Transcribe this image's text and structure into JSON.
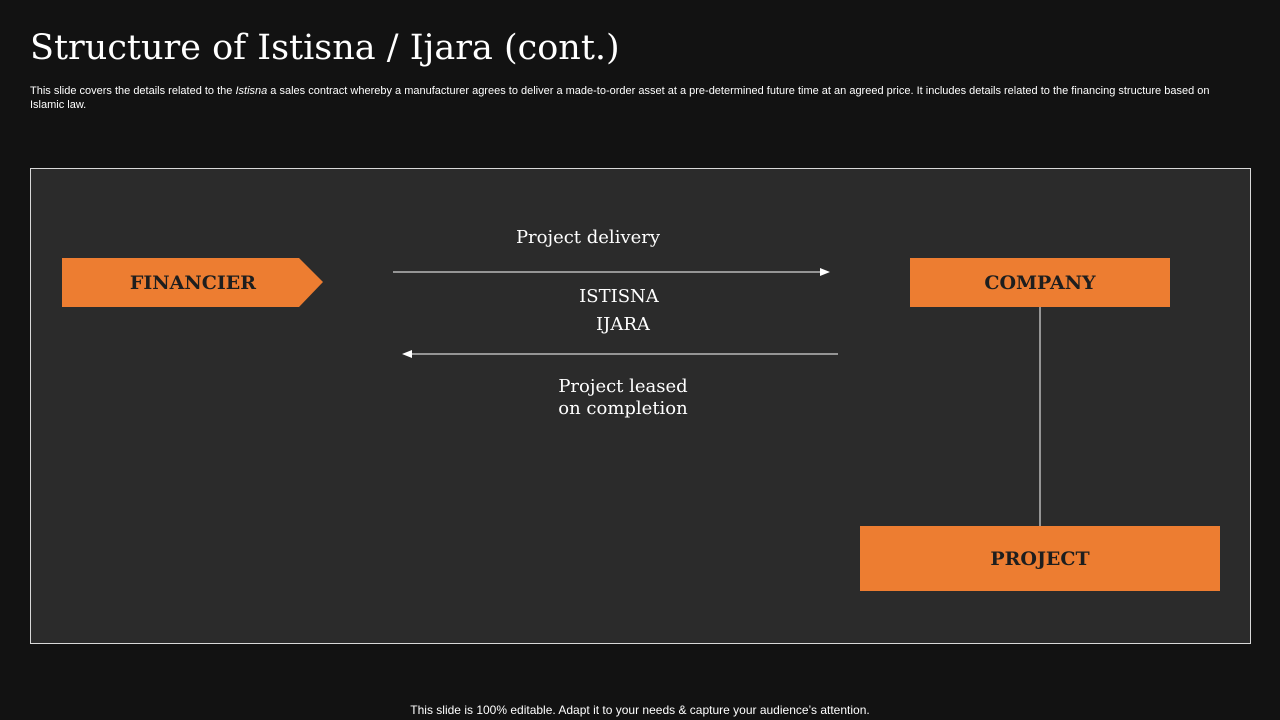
{
  "slide": {
    "title": "Structure of Istisna / Ijara (cont.)",
    "subtitle_before": "This slide covers the details related to the ",
    "subtitle_italic": "Istisna",
    "subtitle_after": " a sales contract whereby a manufacturer agrees to deliver a made-to-order asset at a pre-determined future time at an agreed price. It includes details related to the financing structure based on Islamic law.",
    "footer": "This slide is 100% editable. Adapt it to your needs & capture your audience’s attention."
  },
  "diagram": {
    "nodes": {
      "financier": "FINANCIER",
      "company": "COMPANY",
      "project": "PROJECT"
    },
    "flows": {
      "top_label": "Project delivery",
      "istisna": "ISTISNA",
      "ijara": "IJARA",
      "bottom_label_line1": "Project leased",
      "bottom_label_line2": "on completion"
    }
  },
  "colors": {
    "background": "#121212",
    "panel": "#2b2b2b",
    "accent": "#ed7d31",
    "node_text": "#1e1e1e",
    "line": "#ffffff"
  }
}
